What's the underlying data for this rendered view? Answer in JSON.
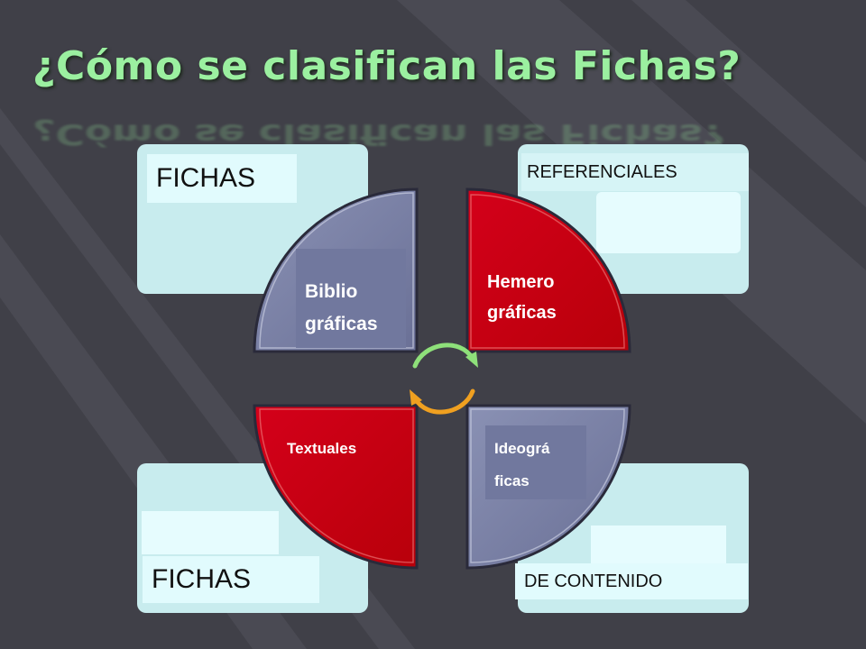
{
  "title": "¿Cómo se clasifican las Fichas?",
  "labels": {
    "fichas_top": "FICHAS",
    "referenciales": "REFERENCIALES",
    "fichas_bottom": "FICHAS",
    "de_contenido": "DE CONTENIDO"
  },
  "quadrants": {
    "biblio_line1": "Biblio",
    "biblio_line2": "gráficas",
    "hemero_line1": "Hemero",
    "hemero_line2": "gráficas",
    "textuales": "Textuales",
    "ideo_line1": "Ideográ",
    "ideo_line2": "ficas"
  },
  "colors": {
    "title": "#9bf0a0",
    "background": "#404048",
    "panel": "#c8ecee",
    "label_bg": "#e1fbfd",
    "quadrant_blue": "#71789e",
    "quadrant_red": "#c8000e",
    "arrow_green": "#8ee07a",
    "arrow_orange": "#f0a020"
  }
}
